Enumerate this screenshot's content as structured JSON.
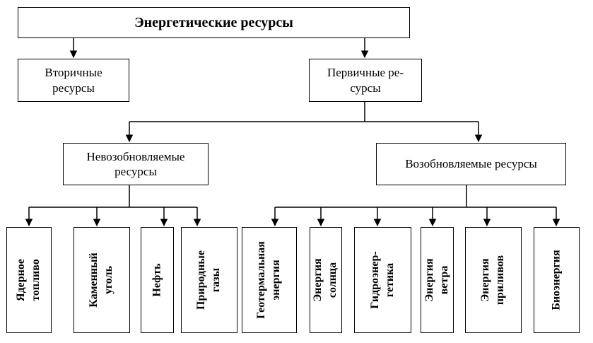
{
  "diagram": {
    "root": "Энергетические ресурсы",
    "secondary": "Вторичные\nресурсы",
    "primary": "Первичные ре-\nсурсы",
    "non_renewable": {
      "label": "Невозобновляемые\nресурсы",
      "items": [
        "Ядерное\nтопливо",
        "Каменный\nуголь",
        "Нефть",
        "Природные\nгазы"
      ]
    },
    "renewable": {
      "label": "Возобновляемые ресурсы",
      "items": [
        "Геотермальная\nэнергия",
        "Энергия солнца",
        "Гидроэнер-\nгетика",
        "Энергия ветра",
        "Энергия\nприливов",
        "Биоэнергия"
      ]
    }
  }
}
